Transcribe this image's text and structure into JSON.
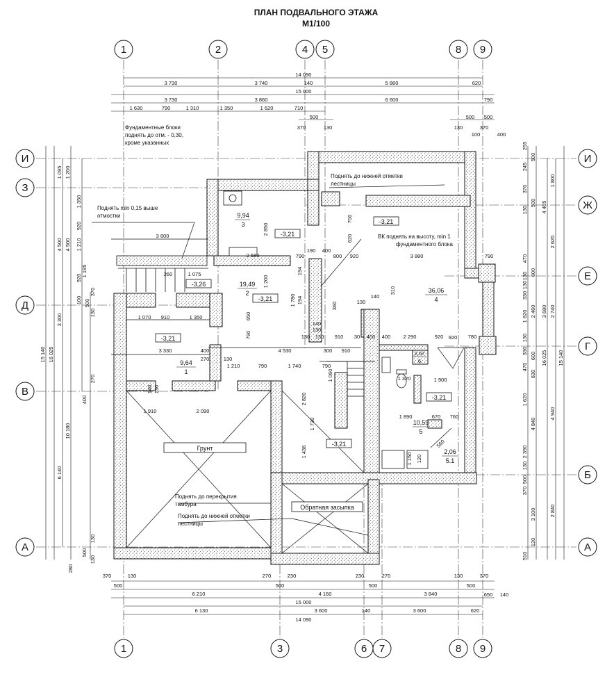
{
  "title": "ПЛАН ПОДВАЛЬНОГО ЭТАЖА",
  "scale": "М1/100",
  "axes": {
    "top": [
      "1",
      "2",
      "4",
      "5",
      "8",
      "9"
    ],
    "bottom": [
      "1",
      "3",
      "6",
      "7",
      "8",
      "9"
    ],
    "left": [
      "И",
      "З",
      "Д",
      "В",
      "А"
    ],
    "right": [
      "И",
      "Ж",
      "Е",
      "Г",
      "Б",
      "А"
    ]
  },
  "rooms": [
    {
      "area": "9,94",
      "num": "3"
    },
    {
      "area": "19,49",
      "num": "2"
    },
    {
      "area": "36,06",
      "num": "4"
    },
    {
      "area": "9,64",
      "num": "1"
    },
    {
      "area": "2,67",
      "num": "6"
    },
    {
      "area": "10,59",
      "num": "5"
    },
    {
      "area": "2,06",
      "num": "5.1"
    }
  ],
  "levels": [
    "-3,21",
    "-3,21",
    "-3,21",
    "-3,21",
    "-3,21",
    "-3,21",
    "-3,26"
  ],
  "notes": {
    "foundation": [
      "Фундаментные блоки",
      "поднять до отм. - 0,30,",
      "кроме указанных"
    ],
    "raise_min": [
      "Поднять min 0,15 выше",
      "отмостки"
    ],
    "stair_top": [
      "Поднять до нижней отметки",
      "лестницы"
    ],
    "vk": [
      "ВК поднять на высоту, min 1",
      "фундаментного блока"
    ],
    "tambour": [
      "Поднять до перекрытия",
      "тамбура"
    ],
    "stair_bottom": [
      "Поднять до нижней отметки",
      "лестницы"
    ],
    "ground": "Грунт",
    "backfill": "Обратная засыпка"
  },
  "dims_top": {
    "r1_total": "14 090",
    "r2": [
      "3 730",
      "3 740",
      "140",
      "5 860",
      "620"
    ],
    "r3_total": "15 000",
    "r4": [
      "3 730",
      "3 860",
      "6 600",
      "790"
    ],
    "r5": [
      "1 630",
      "790",
      "1 310",
      "1 350",
      "1 620",
      "710"
    ],
    "misc": [
      "500",
      "370",
      "130",
      "500",
      "500",
      "130",
      "370",
      "100",
      "400"
    ]
  },
  "dims_bottom": {
    "r1": [
      "370",
      "130",
      "270",
      "230",
      "230",
      "270",
      "130",
      "370"
    ],
    "r2": [
      "500",
      "6 210",
      "500",
      "4 160",
      "500",
      "3 840",
      "500",
      "650",
      "140"
    ],
    "r3_total": "15 000",
    "r4": [
      "6 130",
      "3 600",
      "140",
      "3 600",
      "620"
    ],
    "r5_total": "14 090"
  },
  "dims_left": [
    "15 140",
    "16 025",
    "1 200",
    "1 095",
    "4 500",
    "4 500",
    "3 300",
    "10 180",
    "6 140",
    "1 350",
    "920",
    "1 210",
    "920",
    "1 195",
    "370",
    "100",
    "500",
    "130",
    "270",
    "400",
    "130",
    "500",
    "130",
    "280"
  ],
  "dims_right": [
    "255",
    "500",
    "245",
    "370",
    "1 800",
    "500",
    "130",
    "4 405",
    "2 620",
    "470",
    "130",
    "600",
    "130",
    "330",
    "1 620",
    "2 460",
    "3 680",
    "2 740",
    "130",
    "470",
    "330",
    "600",
    "630",
    "15 140",
    "16 025",
    "1 620",
    "4 840",
    "4 940",
    "2 390",
    "130",
    "500",
    "370",
    "3 100",
    "2 840",
    "120",
    "510"
  ],
  "dims_inner": [
    "3 600",
    "2 680",
    "1 075",
    "260",
    "2 850",
    "1 200",
    "700",
    "620",
    "190",
    "400",
    "800",
    "920",
    "3 880",
    "790",
    "920",
    "790",
    "1 780",
    "194",
    "194",
    "310",
    "130",
    "140",
    "360",
    "130",
    "1 070",
    "910",
    "1 350",
    "3 330",
    "400",
    "270",
    "130",
    "4 530",
    "300",
    "910",
    "1 210",
    "790",
    "1 740",
    "790",
    "650",
    "790",
    "130",
    "140",
    "400",
    "130",
    "910",
    "30",
    "400",
    "2 290",
    "920",
    "780",
    "1 320",
    "1 900",
    "1 890",
    "670",
    "760",
    "560",
    "120",
    "1 150",
    "1 910",
    "2 090",
    "2 820",
    "1 730",
    "1 436",
    "1 060",
    "130",
    "140"
  ]
}
